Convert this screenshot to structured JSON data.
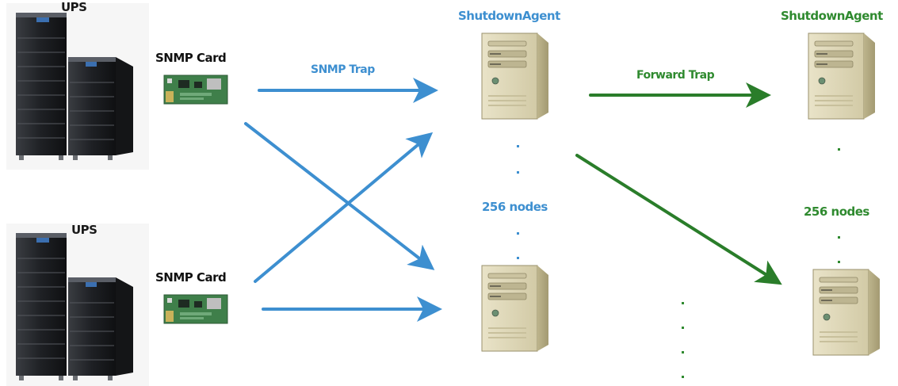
{
  "ups_top": {
    "label": "UPS"
  },
  "ups_bottom": {
    "label": "UPS"
  },
  "card_top": {
    "label": "SNMP Card"
  },
  "card_bottom": {
    "label": "SNMP Card"
  },
  "snmp_trap": {
    "label": "SNMP Trap",
    "color": "#3d8fd0"
  },
  "forward_trap": {
    "label": "Forward Trap",
    "color": "#2a7d2a"
  },
  "agent_group_left": {
    "title": "ShutdownAgent",
    "nodes": "256 nodes",
    "color": "#3d8fd0"
  },
  "agent_group_right": {
    "title": "ShutdownAgent",
    "nodes": "256 nodes",
    "color": "#2f8a2f"
  },
  "icons": [
    "ups-cabinet-icon",
    "snmp-card-icon",
    "server-tower-icon"
  ]
}
